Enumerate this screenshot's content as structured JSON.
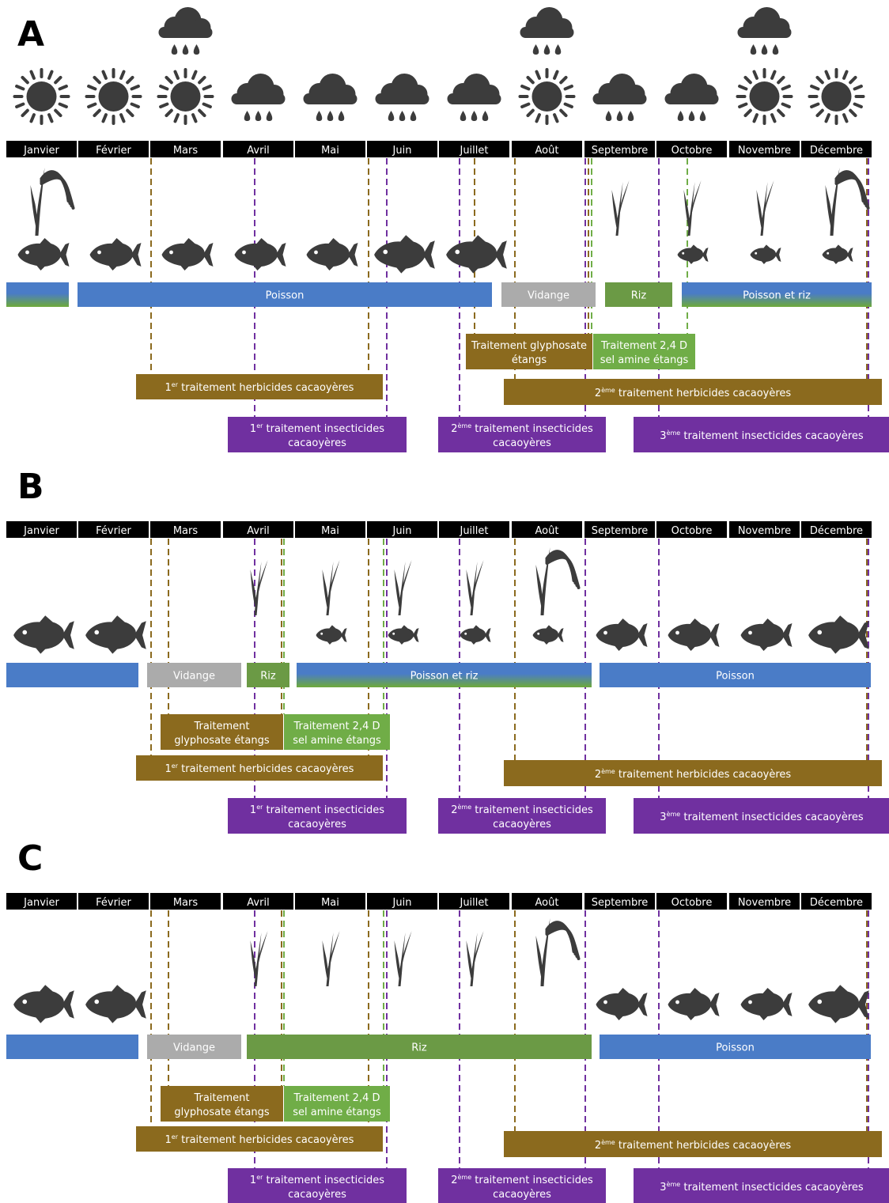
{
  "months": [
    "Janvier",
    "Février",
    "Mars",
    "Avril",
    "Mai",
    "Juin",
    "Juillet",
    "Août",
    "Septembre",
    "Octobre",
    "Novembre",
    "Décembre"
  ],
  "colors": {
    "herbicide": "#8B6A1E",
    "insecticide": "#7030A0",
    "glyphosate": "#8B6A1E",
    "amine24d": "#70AD47",
    "poisson": "#4A7CC7",
    "riz": "#6B9A45",
    "vidange": "#ABABAB",
    "icon": "#3C3C3C",
    "month_bar": "#000000"
  },
  "labels": {
    "poisson": "Poisson",
    "riz": "Riz",
    "vidange": "Vidange",
    "poisson_riz": "Poisson et riz",
    "glyphosate_line1": "Traitement glyphosate",
    "glyphosate_line2": "étangs",
    "glyphosate_b_line1": "Traitement",
    "glyphosate_b_line2": "glyphosate étangs",
    "amine_line1": "Traitement 2,4 D",
    "amine_line2": "sel amine étangs",
    "herb1_sup": "er",
    "herb1_text": "traitement herbicides cacaoyères",
    "herb2_sup": "ème",
    "herb2_text": "traitement herbicides cacaoyères",
    "ins1_sup": "er",
    "ins1_line1": "traitement insecticides",
    "ins1_line2": "cacaoyères",
    "ins2_sup": "ème",
    "ins2_line1": "traitement insecticides",
    "ins2_line2": "cacaoyères",
    "ins3_sup": "ème",
    "ins3_text": "traitement insecticides cacaoyères",
    "num1": "1",
    "num2": "2",
    "num3": "3"
  },
  "panels": [
    {
      "letter": "A",
      "weather": [
        "sun",
        "sun",
        "sun+rain",
        "rain",
        "rain",
        "rain",
        "rain",
        "sun+rain",
        "rain",
        "rain",
        "sun+rain",
        "sun"
      ],
      "rice": [
        "large",
        "",
        "",
        "",
        "",
        "",
        "",
        "",
        "small",
        "small",
        "small",
        "large"
      ],
      "fish": [
        "medium",
        "medium",
        "medium",
        "medium",
        "medium",
        "large",
        "large",
        "",
        "",
        "small",
        "small",
        "small"
      ]
    },
    {
      "letter": "B",
      "weather": [],
      "rice": [
        "",
        "",
        "",
        "small",
        "small",
        "small",
        "small",
        "large",
        "",
        "",
        "",
        ""
      ],
      "fish": [
        "large",
        "large",
        "",
        "",
        "small",
        "small",
        "small",
        "small",
        "medium",
        "medium",
        "medium",
        "large"
      ]
    },
    {
      "letter": "C",
      "weather": [],
      "rice": [
        "",
        "",
        "",
        "small",
        "small",
        "small",
        "small",
        "large",
        "",
        "",
        "",
        ""
      ],
      "fish": [
        "large",
        "large",
        "",
        "",
        "",
        "",
        "",
        "",
        "medium",
        "medium",
        "medium",
        "large"
      ]
    }
  ]
}
